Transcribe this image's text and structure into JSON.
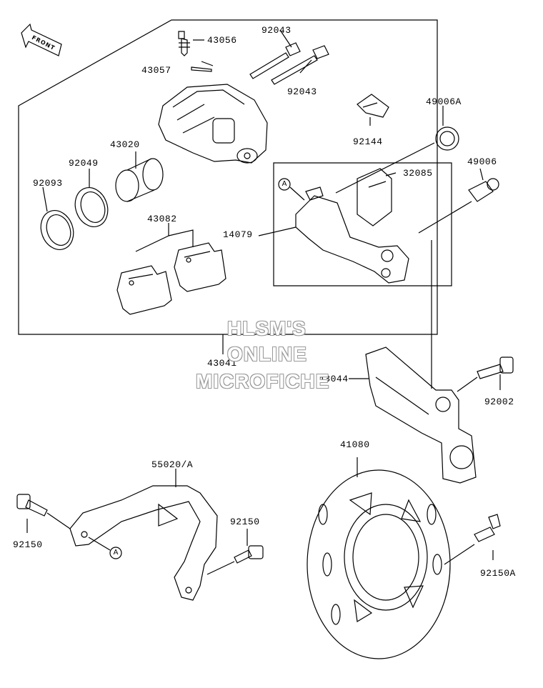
{
  "diagram": {
    "watermark": [
      "HLSM'S",
      "ONLINE",
      "MICROFICHE"
    ],
    "front_label": "FRONT",
    "ref_marker": "A",
    "part_numbers": {
      "p43056": "43056",
      "p43057": "43057",
      "p92043_top": "92043",
      "p92043_bottom": "92043",
      "p92144": "92144",
      "p49006A": "49006A",
      "p49006": "49006",
      "p43020": "43020",
      "p92049": "92049",
      "p92093": "92093",
      "p32085": "32085",
      "p14079": "14079",
      "p43082": "43082",
      "p43041": "43041",
      "p43044": "43044",
      "p92002": "92002",
      "p41080": "41080",
      "p55020A": "55020/A",
      "p92150_left": "92150",
      "p92150_mid": "92150",
      "p92150A": "92150A"
    }
  }
}
